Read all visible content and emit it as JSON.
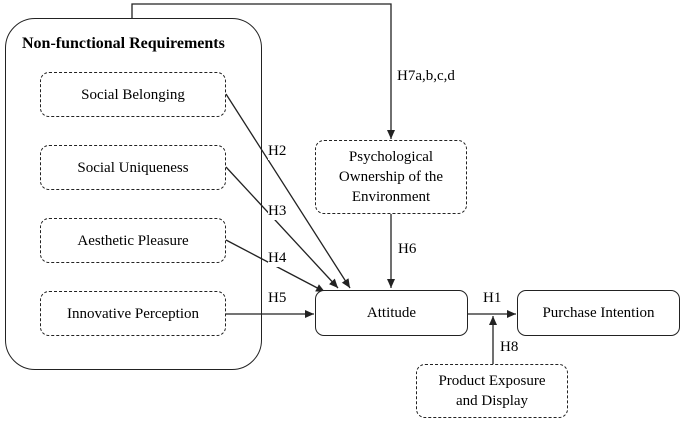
{
  "diagram": {
    "group": {
      "title": "Non-functional Requirements"
    },
    "nodes": {
      "social_belonging": "Social Belonging",
      "social_uniqueness": "Social Uniqueness",
      "aesthetic_pleasure": "Aesthetic Pleasure",
      "innovative_perception": "Innovative Perception",
      "psych_ownership": "Psychological\nOwnership of the\nEnvironment",
      "attitude": "Attitude",
      "purchase_intention": "Purchase Intention",
      "product_exposure": "Product Exposure\nand Display"
    },
    "edges": {
      "h1": "H1",
      "h2": "H2",
      "h3": "H3",
      "h4": "H4",
      "h5": "H5",
      "h6": "H6",
      "h7": "H7a,b,c,d",
      "h8": "H8"
    }
  }
}
